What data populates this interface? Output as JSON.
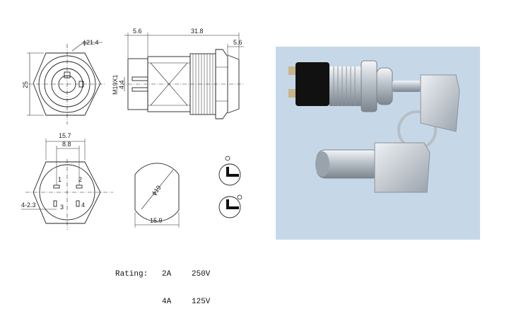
{
  "drawing": {
    "top_view": {
      "dim_diameter": "ϕ21.4",
      "dim_height": "25"
    },
    "side_view": {
      "dim_left": "5.6",
      "dim_length": "31.8",
      "dim_right": "5.6",
      "thread_label": "M19X1",
      "dim_terminal": "4.4"
    },
    "terminal_view": {
      "dim_width": "15.7",
      "dim_inner": "8.8",
      "dim_pitch": "4-2.3",
      "terminal_labels": [
        "1",
        "2",
        "3",
        "4"
      ]
    },
    "panel_cutout": {
      "dim_diameter": "ϕ19",
      "dim_width": "15.9"
    }
  },
  "rating": {
    "label": "Rating:",
    "rows": [
      {
        "current": "2A",
        "voltage": "250V"
      },
      {
        "current": "4A",
        "voltage": "125V"
      }
    ]
  },
  "photo": {
    "colors": {
      "background": "#c6d8e8",
      "metal": "#d7dde3",
      "black_housing": "#111111"
    }
  }
}
